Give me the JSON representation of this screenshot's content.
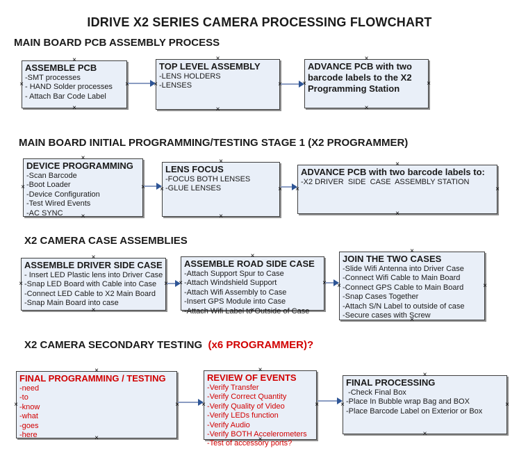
{
  "title": "IDRIVE X2  SERIES CAMERA PROCESSING FLOWCHART",
  "colors": {
    "box_fill": "#e9eff8",
    "box_border": "#3f3f3f",
    "shadow": "#8f8f8f",
    "arrow_line": "#8a9cc2",
    "arrow_head": "#2e5596",
    "red": "#d10000"
  },
  "sections": [
    {
      "heading": "MAIN BOARD PCB ASSEMBLY PROCESS",
      "boxes": [
        {
          "title": "ASSEMBLE PCB",
          "lines": [
            "-SMT processes",
            "- HAND Solder processes",
            "- Attach Bar Code Label"
          ]
        },
        {
          "title": "TOP LEVEL ASSEMBLY",
          "lines": [
            "-LENS HOLDERS",
            "-LENSES"
          ]
        },
        {
          "title": "ADVANCE PCB with two barcode labels to the X2 Programming Station",
          "lines": []
        }
      ]
    },
    {
      "heading": "MAIN BOARD INITIAL PROGRAMMING/TESTING STAGE 1 (X2 PROGRAMMER)",
      "boxes": [
        {
          "title": "DEVICE PROGRAMMING",
          "lines": [
            "-Scan Barcode",
            "-Boot Loader",
            "-Device Configuration",
            "-Test Wired Events",
            "-AC SYNC"
          ]
        },
        {
          "title": "LENS FOCUS",
          "lines": [
            "-FOCUS BOTH LENSES",
            "-GLUE LENSES"
          ]
        },
        {
          "title": "ADVANCE PCB with two barcode labels to:",
          "lines": [
            "-X2 DRIVER  SIDE  CASE  ASSEMBLY STATION"
          ]
        }
      ]
    },
    {
      "heading": "X2 CAMERA CASE ASSEMBLIES",
      "boxes": [
        {
          "title": "ASSEMBLE DRIVER SIDE CASE",
          "lines": [
            "- Insert LED Plastic lens into Driver Case",
            "-Snap LED Board with Cable into Case",
            "-Connect LED Cable to X2 Main Board",
            "-Snap Main Board into case"
          ]
        },
        {
          "title": "ASSEMBLE ROAD SIDE CASE",
          "lines": [
            "-Attach Support Spur to Case",
            "-Attach Windshield Support",
            "-Attach Wifi Assembly to Case",
            "-Insert GPS Module into Case",
            "-Attach Wifi Label to Outside of Case"
          ]
        },
        {
          "title": "JOIN THE TWO CASES",
          "lines": [
            "-Slide Wifi Antenna into Driver Case",
            "-Connect Wifi Cable to Main Board",
            "-Connect GPS Cable to Main Board",
            "-Snap Cases Together",
            "-Attach S/N Label to outside of case",
            "-Secure cases with Screw"
          ]
        }
      ]
    },
    {
      "heading": "X2 CAMERA SECONDARY TESTING ",
      "heading_red": " (x6 PROGRAMMER)?",
      "boxes": [
        {
          "title": "FINAL PROGRAMMING / TESTING",
          "red": true,
          "lines": [
            "-need",
            "-to",
            "-know",
            "-what",
            "-goes",
            "-here"
          ]
        },
        {
          "title": "REVIEW OF EVENTS",
          "red": true,
          "lines": [
            "-Verify Transfer",
            "-Verify Correct Quantity",
            "-Verify Quality of Video",
            "-Verify LEDs function",
            "-Verify Audio",
            "-Verify BOTH Accelerometers",
            "-Test of accessory ports?"
          ]
        },
        {
          "title": "FINAL PROCESSING",
          "lines": [
            " -Check Final Box",
            "-Place In Bubble wrap Bag and BOX",
            "-Place Barcode Label on Exterior or Box"
          ]
        }
      ]
    }
  ]
}
